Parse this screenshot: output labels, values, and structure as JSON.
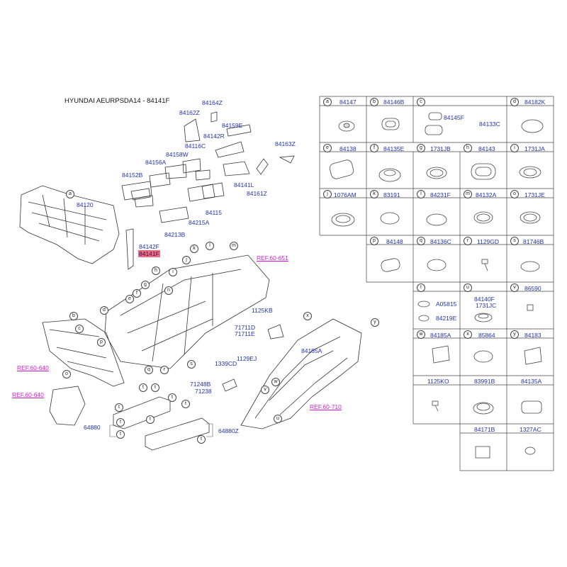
{
  "header": {
    "title": "HYUNDAI AEURPSDA14 - 84141F"
  },
  "highlighted_part": "84141F",
  "callouts": {
    "p84164Z": "84164Z",
    "p84162Z": "84162Z",
    "p84159E": "84159E",
    "p84142R": "84142R",
    "p84116C": "84116C",
    "p84158W": "84158W",
    "p84156A": "84156A",
    "p84152B": "84152B",
    "p84163Z": "84163Z",
    "p84141L": "84141L",
    "p84161Z": "84161Z",
    "p84120": "84120",
    "p84115": "84115",
    "p84215A": "84215A",
    "p84213B": "84213B",
    "p84142F": "84142F",
    "p84141F": "84141F",
    "p1125KB": "1125KB",
    "p71711D": "71711D",
    "p71711E": "71711E",
    "p84185A": "84185A",
    "p1339CD": "1339CD",
    "p1129EJ": "1129EJ",
    "p71248B": "71248B",
    "p71238": "71238",
    "p64880": "64880",
    "p64880Z": "64880Z"
  },
  "refs": {
    "r651": "REF.60-651",
    "r640a": "REF.60-640",
    "r640b": "REF.60-640",
    "r710": "REF.60-710"
  },
  "letters": {
    "a": "a",
    "b": "b",
    "c": "c",
    "d": "d",
    "e": "e",
    "f": "f",
    "g": "g",
    "h": "h",
    "i": "i",
    "j": "j",
    "k": "k",
    "l": "l",
    "m": "m",
    "n": "n",
    "o": "o",
    "p": "p",
    "q": "q",
    "r": "r",
    "s": "s",
    "t": "t",
    "u": "u",
    "v": "v",
    "w": "w",
    "x": "x",
    "y": "y"
  },
  "parts_table": [
    {
      "letter": "a",
      "codes": [
        "84147"
      ]
    },
    {
      "letter": "b",
      "codes": [
        "84146B"
      ]
    },
    {
      "letter": "c",
      "codes": [
        "84145F",
        "84133C"
      ]
    },
    {
      "letter": "d",
      "codes": [
        "84182K"
      ]
    },
    {
      "letter": "e",
      "codes": [
        "84138"
      ]
    },
    {
      "letter": "f",
      "codes": [
        "84135E"
      ]
    },
    {
      "letter": "g",
      "codes": [
        "1731JB"
      ]
    },
    {
      "letter": "h",
      "codes": [
        "84143"
      ]
    },
    {
      "letter": "i",
      "codes": [
        "1731JA"
      ]
    },
    {
      "letter": "j",
      "codes": [
        "1076AM"
      ]
    },
    {
      "letter": "k",
      "codes": [
        "83191"
      ]
    },
    {
      "letter": "l",
      "codes": [
        "84231F"
      ]
    },
    {
      "letter": "m",
      "codes": [
        "84132A"
      ]
    },
    {
      "letter": "o",
      "codes": [
        "1731JE"
      ]
    },
    {
      "letter": "p",
      "codes": [
        "84148"
      ]
    },
    {
      "letter": "q",
      "codes": [
        "84136C"
      ]
    },
    {
      "letter": "r",
      "codes": [
        "1129GD"
      ]
    },
    {
      "letter": "s",
      "codes": [
        "81746B"
      ]
    },
    {
      "letter": "t",
      "codes": [
        "A05815",
        "84219E"
      ]
    },
    {
      "letter": "u",
      "codes": [
        "84140F",
        "1731JC"
      ]
    },
    {
      "letter": "v",
      "codes": [
        "86590"
      ]
    },
    {
      "letter": "w",
      "codes": [
        "84185A"
      ]
    },
    {
      "letter": "x",
      "codes": [
        "85864"
      ]
    },
    {
      "letter": "y",
      "codes": [
        "84183"
      ]
    },
    {
      "letter": "",
      "codes": [
        "1125KO"
      ]
    },
    {
      "letter": "",
      "codes": [
        "83991B"
      ]
    },
    {
      "letter": "",
      "codes": [
        "84135A"
      ]
    },
    {
      "letter": "",
      "codes": [
        "84171B"
      ]
    },
    {
      "letter": "",
      "codes": [
        "1327AC"
      ]
    }
  ]
}
